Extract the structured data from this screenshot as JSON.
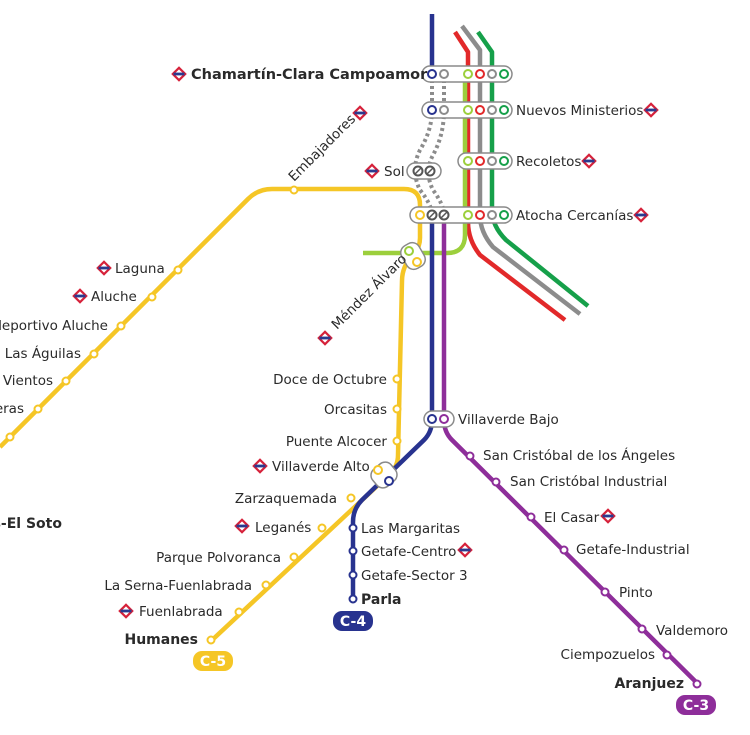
{
  "colors": {
    "c5": "#f5c626",
    "c4": "#28338f",
    "c3": "#8e2e9a",
    "c7": "#9ccf3c",
    "c1": "#e2292a",
    "c2": "#8c8c8c",
    "c10": "#16a04a",
    "metro": "#d6213a",
    "dotted": "#8c8c8c"
  },
  "badges": {
    "c5": "C-5",
    "c4": "C-4",
    "c3": "C-3"
  },
  "stations": {
    "chamartin": "Chamartín-Clara Campoamor",
    "nuevos_ministerios": "Nuevos Ministerios",
    "recoletos": "Recoletos",
    "sol": "Sol",
    "atocha": "Atocha Cercanías",
    "embajadores": "Embajadores",
    "mendez_alvaro": "Méndez Álvaro",
    "laguna": "Laguna",
    "aluche": "Aluche",
    "polideportivo": "deportivo Aluche",
    "aguilas": "Las Águilas",
    "vientos": "Vientos",
    "eras": "eras",
    "soto": "s-El Soto",
    "doce_octubre": "Doce de Octubre",
    "orcasitas": "Orcasitas",
    "puente_alcocer": "Puente Alcocer",
    "villaverde_alto": "Villaverde Alto",
    "zarzaquemada": "Zarzaquemada",
    "leganes": "Leganés",
    "parque_polvoranca": "Parque Polvoranca",
    "la_serna": "La Serna-Fuenlabrada",
    "fuenlabrada": "Fuenlabrada",
    "humanes": "Humanes",
    "villaverde_bajo": "Villaverde Bajo",
    "las_margaritas": "Las Margaritas",
    "getafe_centro": "Getafe-Centro",
    "getafe_sector3": "Getafe-Sector 3",
    "parla": "Parla",
    "san_cristobal_angeles": "San Cristóbal de los Ángeles",
    "san_cristobal_industrial": "San Cristóbal Industrial",
    "el_casar": "El Casar",
    "getafe_industrial": "Getafe-Industrial",
    "pinto": "Pinto",
    "valdemoro": "Valdemoro",
    "ciempozuelos": "Ciempozuelos",
    "aranjuez": "Aranjuez"
  }
}
